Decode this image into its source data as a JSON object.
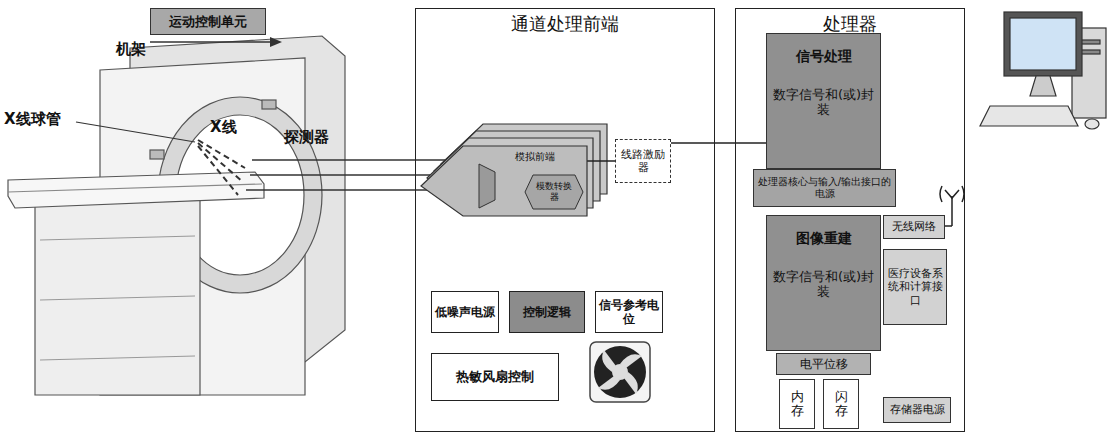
{
  "diagram": {
    "nodes": [
      {
        "text": [
          "运动控制单元"
        ]
      },
      {
        "text": [
          "通道处理前端"
        ]
      },
      {
        "text": [
          "模拟前端"
        ],
        "in": 1
      },
      {
        "text": [
          "模数转换器"
        ],
        "in": 2
      },
      {
        "text": [
          "线路激励器"
        ],
        "in": 1
      },
      {
        "text": [
          "低噪声电源"
        ],
        "in": 1
      },
      {
        "text": [
          "控制逻辑"
        ],
        "in": 1
      },
      {
        "text": [
          "信号参考电位"
        ],
        "in": 1
      },
      {
        "text": [
          "热敏风扇控制"
        ],
        "in": 1
      },
      {
        "text": [
          "处理器"
        ]
      },
      {
        "text": [
          "信号处理",
          "数字信号和(或)封装"
        ],
        "in": 9
      },
      {
        "text": [
          "处理器核心与输入/输出接口的电源"
        ],
        "in": 9
      },
      {
        "text": [
          "图像重建",
          "数字信号和(或)封装"
        ],
        "in": 9
      },
      {
        "text": [
          "无线网络"
        ],
        "in": 9
      },
      {
        "text": [
          "医疗设备系统和计算接口"
        ],
        "in": 9
      },
      {
        "text": [
          "电平位移"
        ],
        "in": 9
      },
      {
        "text": [
          "内存"
        ],
        "in": 9
      },
      {
        "text": [
          "闪存"
        ],
        "in": 9
      },
      {
        "text": [
          "存储器电源"
        ],
        "in": 9
      }
    ],
    "edges": [
      {
        "from": 2,
        "to": 4,
        "arrow": "none"
      },
      {
        "from": 4,
        "to": 10,
        "arrow": "none"
      }
    ],
    "labels": [
      "机架",
      "X线球管",
      "X线",
      "探测器"
    ]
  }
}
